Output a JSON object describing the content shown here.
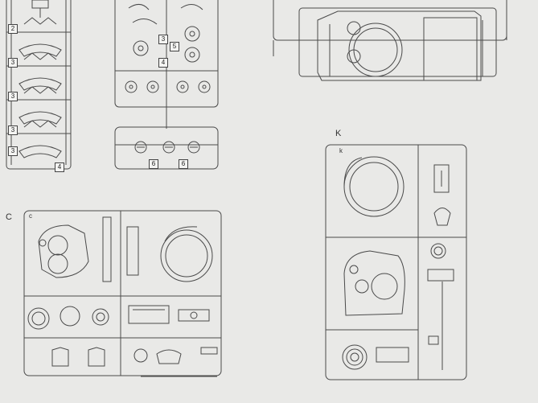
{
  "colors": {
    "paper": "#e9e9e7",
    "ink": "#4a4a4a"
  },
  "sprues": {
    "top_left": {
      "numbers": [
        "2",
        "3",
        "3",
        "3",
        "3",
        "4"
      ]
    },
    "top_mid": {
      "numbers": [
        "3",
        "5",
        "4",
        "6",
        "6"
      ]
    },
    "k": {
      "label": "K",
      "corner": "k"
    },
    "c": {
      "label": "C",
      "corner": "c"
    }
  }
}
